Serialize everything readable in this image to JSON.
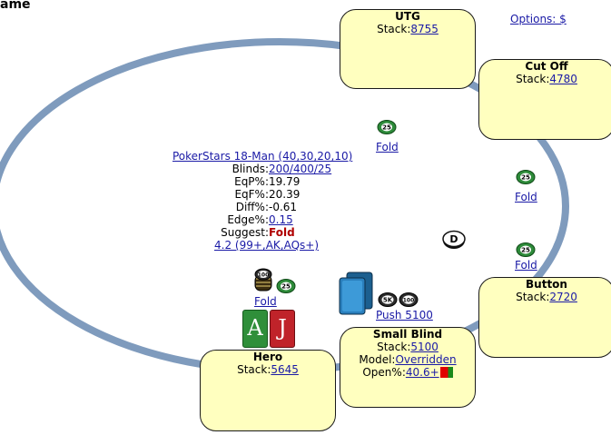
{
  "header": {
    "partial_title": "ame"
  },
  "options_link": "Options: $",
  "tournament_link": "PokerStars 18-Man (40,30,20,10)",
  "stats": {
    "blinds": {
      "label": "Blinds:",
      "value": "200/400/25"
    },
    "eqp": {
      "label": "EqP%:",
      "value": "19.79"
    },
    "eqf": {
      "label": "EqF%:",
      "value": "20.39"
    },
    "diff": {
      "label": "Diff%:",
      "value": "-0.61"
    },
    "edge": {
      "label": "Edge%:",
      "value": "0.15"
    },
    "suggest": {
      "label": "Suggest:",
      "value": "Fold"
    },
    "range_link": "4.2 (99+,AK,AQs+)"
  },
  "seats": {
    "utg": {
      "name": "UTG",
      "stack_label": "Stack:",
      "stack": "8755",
      "action": "Fold",
      "chip": "25"
    },
    "cutoff": {
      "name": "Cut Off",
      "stack_label": "Stack:",
      "stack": "4780",
      "action": "Fold",
      "chip": "25"
    },
    "button": {
      "name": "Button",
      "stack_label": "Stack:",
      "stack": "2720",
      "action": "Fold",
      "chip": "25"
    },
    "small_blind": {
      "name": "Small Blind",
      "stack_label": "Stack:",
      "stack": "5100",
      "model_label": "Model:",
      "model": "Overridden",
      "open_label": "Open%:",
      "open": "40.6+",
      "action": "Push 5100",
      "chips": [
        "5K",
        "100"
      ]
    },
    "hero": {
      "name": "Hero",
      "stack_label": "Stack:",
      "stack": "5645",
      "action": "Fold",
      "chips": [
        "100",
        "25"
      ],
      "cards": [
        "A",
        "J"
      ]
    }
  },
  "dealer_button": "D",
  "colors": {
    "felt_ring": "#7f9bbd",
    "seat_bg": "#ffffbf",
    "chip_green": "#2e8b3a",
    "link": "#1a1aa6",
    "suggest_red": "#b00000"
  }
}
